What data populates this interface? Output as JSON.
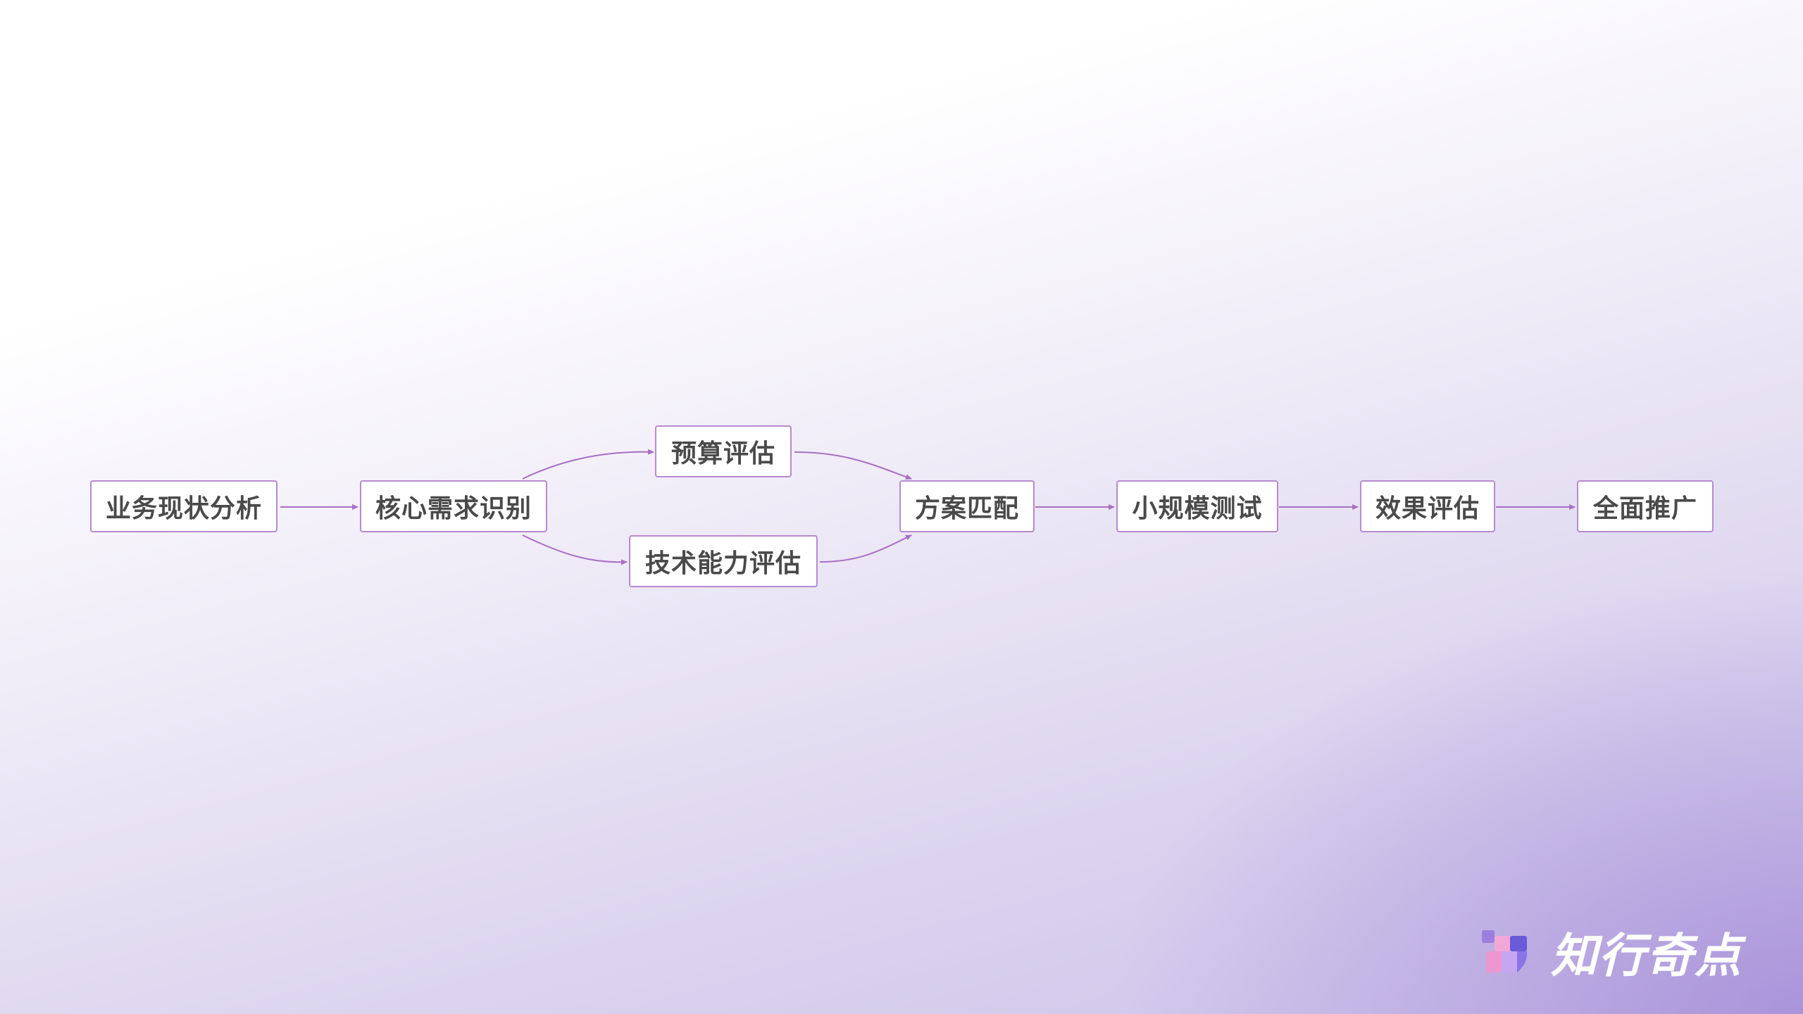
{
  "diagram": {
    "nodes": [
      {
        "id": "n1",
        "label": "业务现状分析"
      },
      {
        "id": "n2",
        "label": "核心需求识别"
      },
      {
        "id": "n3",
        "label": "预算评估"
      },
      {
        "id": "n4",
        "label": "技术能力评估"
      },
      {
        "id": "n5",
        "label": "方案匹配"
      },
      {
        "id": "n6",
        "label": "小规模测试"
      },
      {
        "id": "n7",
        "label": "效果评估"
      },
      {
        "id": "n8",
        "label": "全面推广"
      }
    ],
    "edges": [
      {
        "from": "n1",
        "to": "n2"
      },
      {
        "from": "n2",
        "to": "n3"
      },
      {
        "from": "n2",
        "to": "n4"
      },
      {
        "from": "n3",
        "to": "n5"
      },
      {
        "from": "n4",
        "to": "n5"
      },
      {
        "from": "n5",
        "to": "n6"
      },
      {
        "from": "n6",
        "to": "n7"
      },
      {
        "from": "n7",
        "to": "n8"
      }
    ],
    "edge_color": "#a86fc4",
    "node_border_color": "#b58bd0",
    "node_text_color": "#4a4a4a"
  },
  "brand": {
    "name": "知行奇点",
    "logo_icon": "brand-logo-icon"
  }
}
